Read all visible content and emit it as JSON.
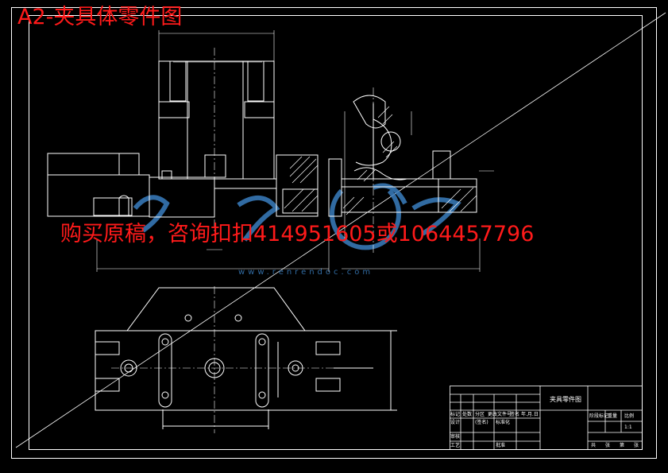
{
  "drawing": {
    "sheet_title": "A2-夹具体零件图",
    "promo_text": "购买原稿，咨询扣扣414951605或1064457796",
    "colors": {
      "background": "#000000",
      "lines": "#ffffff",
      "centerlines": "#ffffff",
      "hatch": "#ffffff",
      "dimensions": "#ffffff",
      "red_text": "#ff1a1a",
      "watermark": "#3a7ebf"
    }
  },
  "title_block": {
    "part_name": "夹具零件图",
    "row_labels": [
      "标记",
      "处数",
      "分区",
      "更改文件号",
      "签名",
      "年.月.日"
    ],
    "design_row": [
      "设计",
      "(签名)",
      "标准化"
    ],
    "stage_label": "阶段标记",
    "weight_label": "重量",
    "scale_label": "比例",
    "scale_value": "1:1",
    "sheet_row": [
      "共",
      "张",
      "第",
      "张"
    ],
    "review": "审核",
    "process": "工艺",
    "approve": "批准"
  }
}
